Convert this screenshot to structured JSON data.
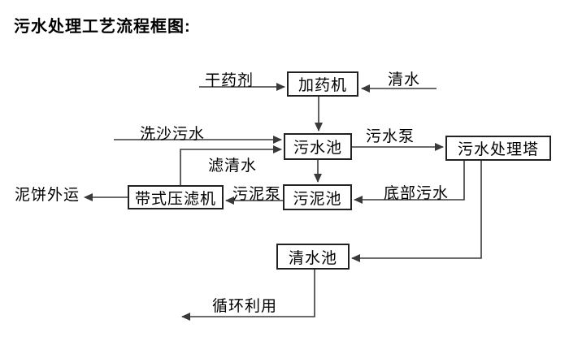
{
  "title": "污水处理工艺流程框图:",
  "nodes": {
    "dosing_machine": {
      "label": "加药机"
    },
    "sewage_pool": {
      "label": "污水池"
    },
    "treatment_tower": {
      "label": "污水处理塔"
    },
    "sludge_pool": {
      "label": "污泥池"
    },
    "belt_filter_press": {
      "label": "带式压滤机"
    },
    "clean_water_pool": {
      "label": "清水池"
    }
  },
  "edge_labels": {
    "dry_agent": "干药剂",
    "clean_water_in": "清水",
    "sand_washing_sewage": "洗沙污水",
    "filtered_water": "滤清水",
    "sewage_pump": "污水泵",
    "bottom_sewage": "底部污水",
    "sludge_pump": "污泥泵",
    "mud_cake_out": "泥饼外运",
    "recycle_use": "循环利用"
  },
  "colors": {
    "background": "#ffffff",
    "line": "#3a3a3a",
    "box_border": "#222222",
    "text": "#000000"
  }
}
